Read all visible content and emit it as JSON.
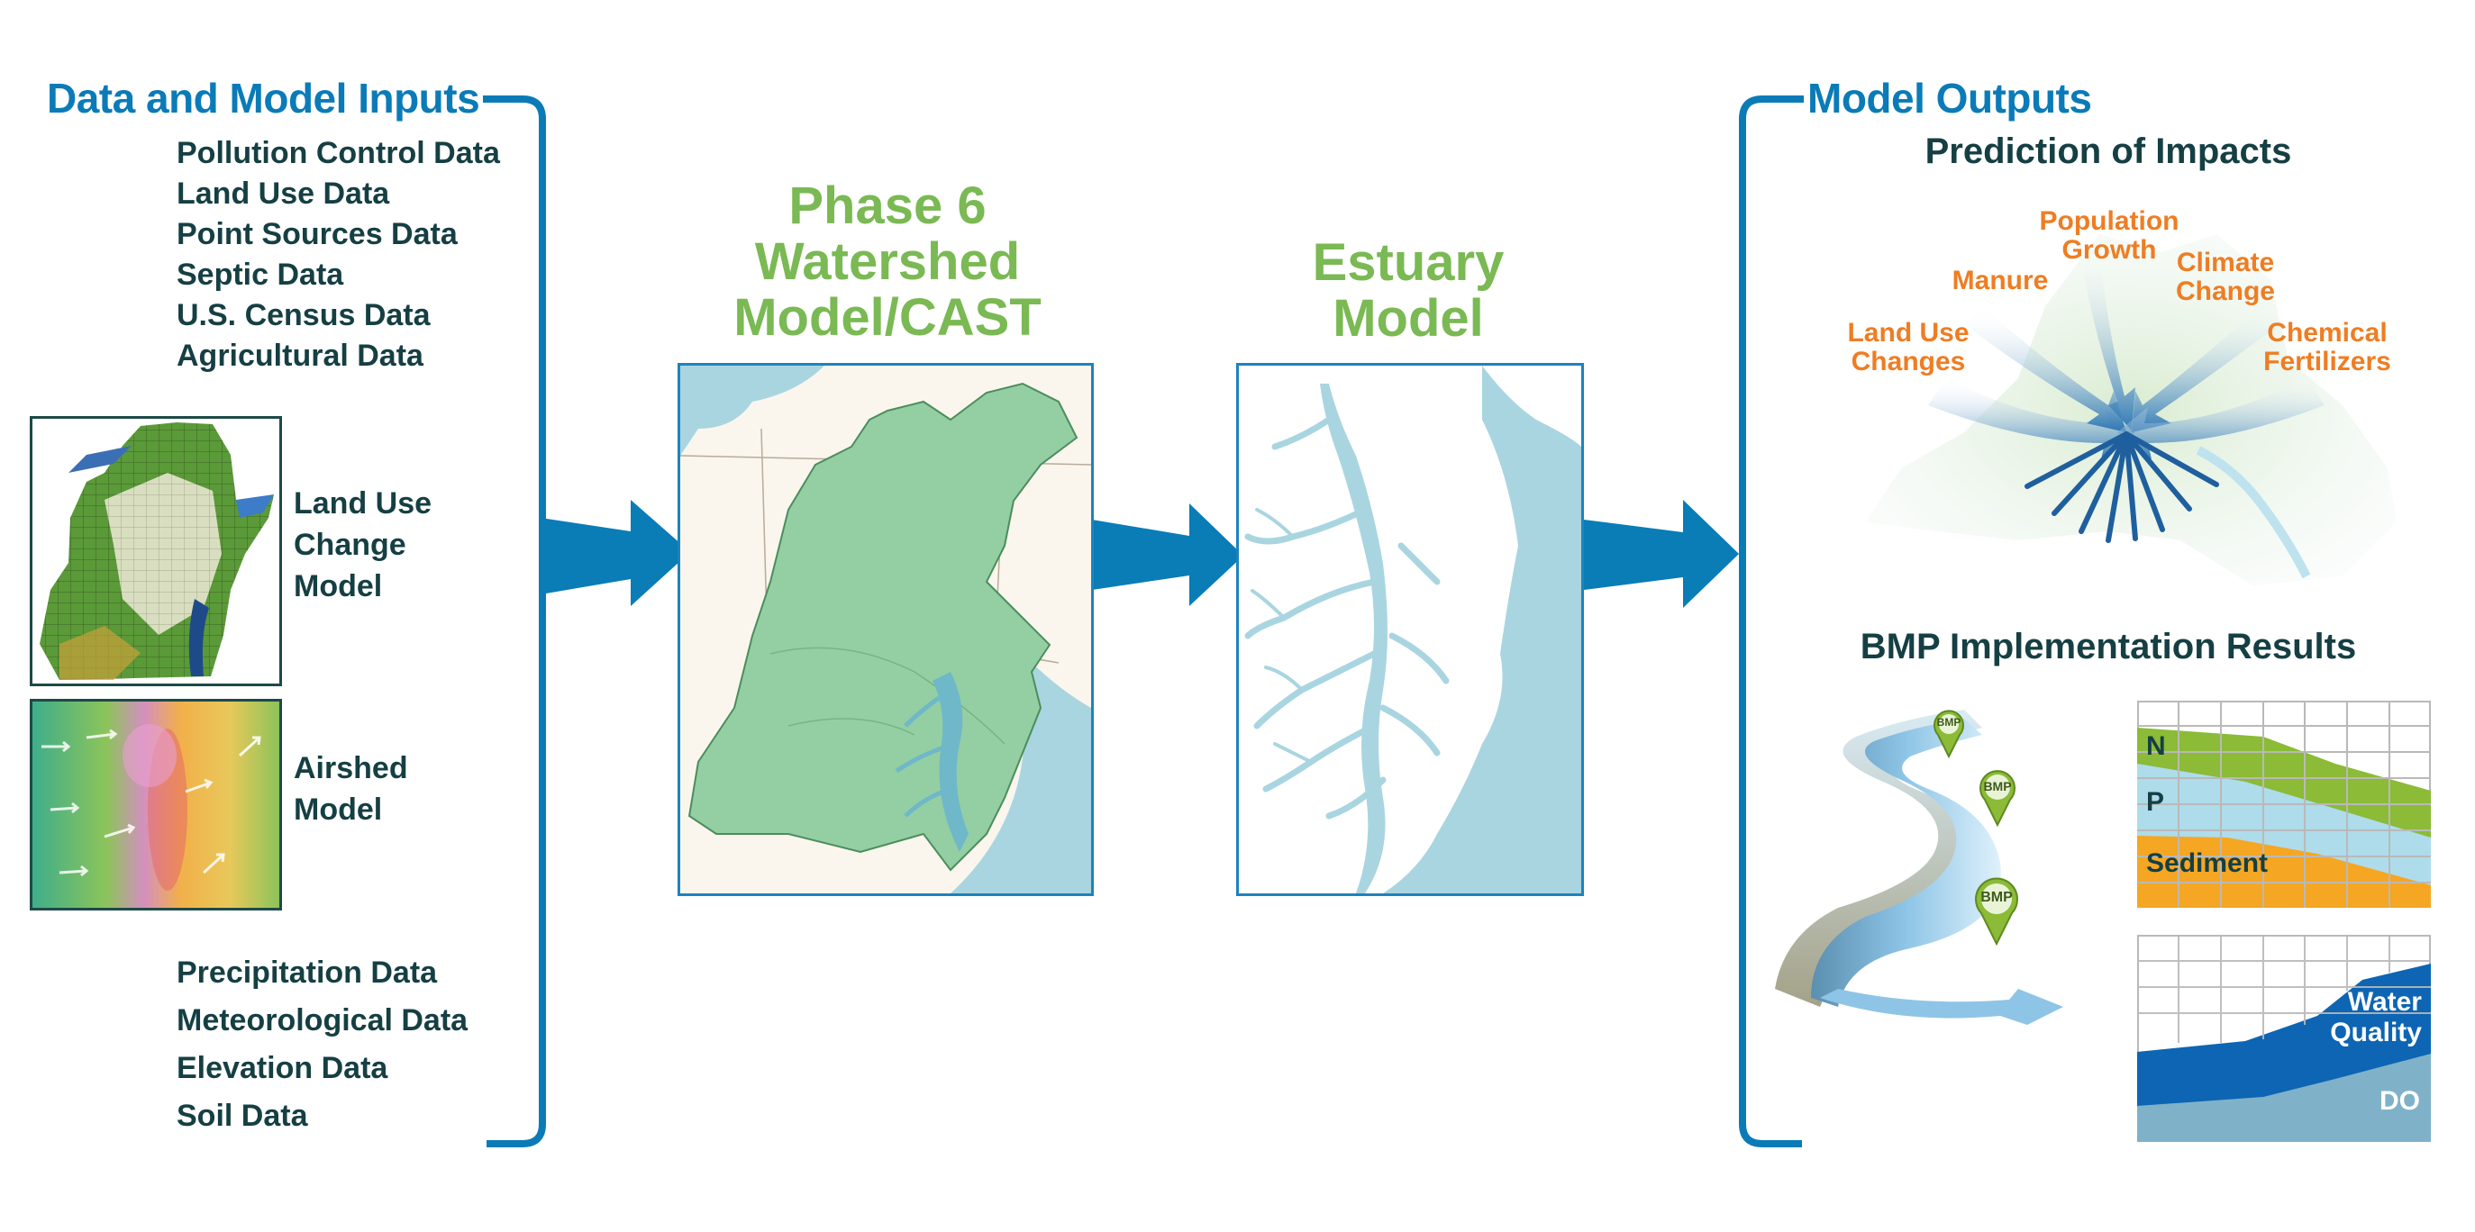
{
  "inputs": {
    "header": "Data and Model Inputs",
    "top_items": [
      "Pollution Control Data",
      "Land Use Data",
      "Point Sources Data",
      "Septic Data",
      "U.S. Census Data",
      "Agricultural Data"
    ],
    "models": [
      {
        "label": "Land Use Change Model",
        "icon": "land-use-map"
      },
      {
        "label": "Airshed Model",
        "icon": "airshed-map"
      }
    ],
    "bottom_items": [
      "Precipitation Data",
      "Meteorological Data",
      "Elevation Data",
      "Soil Data"
    ]
  },
  "watershed": {
    "title": "Phase 6 Watershed Model/CAST"
  },
  "estuary": {
    "title": "Estuary Model"
  },
  "outputs": {
    "header": "Model Outputs",
    "prediction": {
      "title": "Prediction of Impacts",
      "drivers": [
        "Land Use Changes",
        "Manure",
        "Population Growth",
        "Climate Change",
        "Chemical Fertilizers"
      ]
    },
    "bmp": {
      "title": "BMP Implementation Results",
      "marker_label": "BMP",
      "loads_chart": {
        "series": [
          "N",
          "P",
          "Sediment"
        ]
      },
      "quality_chart": {
        "series": [
          "Water Quality",
          "DO"
        ]
      }
    }
  },
  "colors": {
    "header_blue": "#0b7bb8",
    "arrow_blue": "#0a7cb6",
    "title_green": "#7ab953",
    "driver_orange": "#ef7d23",
    "text_dark": "#153f43",
    "nitrogen": "#8bbb37",
    "phosphorus": "#aedcea",
    "sediment": "#f5a623",
    "water_quality": "#0d65b3",
    "dissolved_oxygen": "#7fb2c9"
  }
}
